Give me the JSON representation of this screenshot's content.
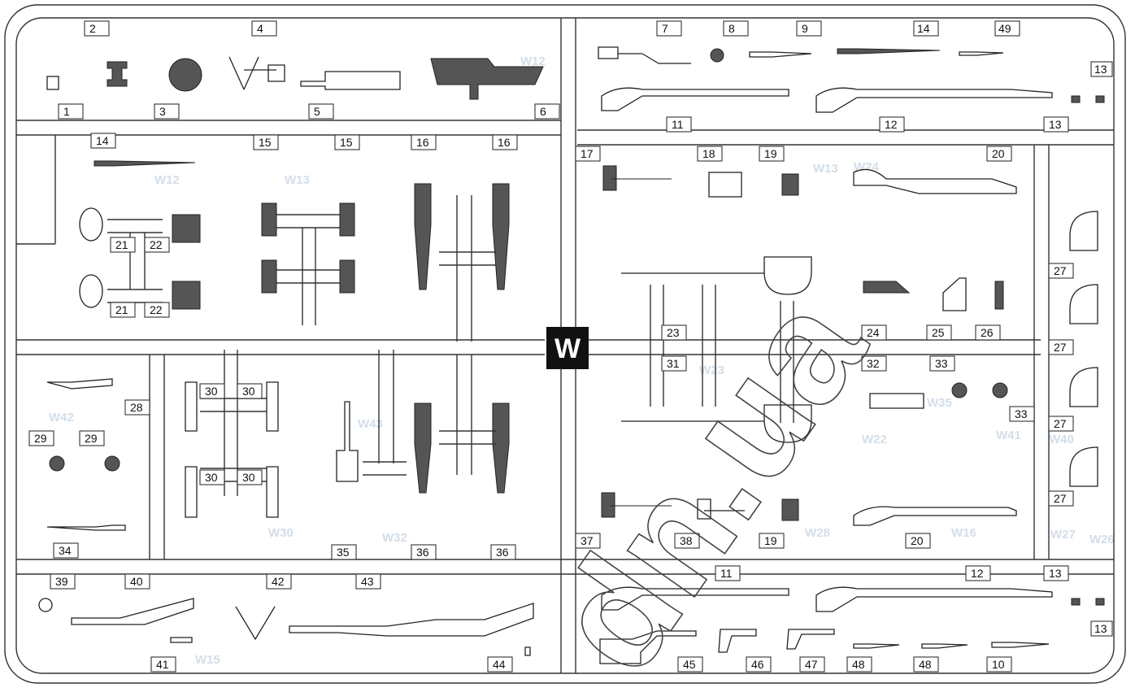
{
  "sprue_letter": "W",
  "watermark": "dn.ua",
  "ghost_marks": [
    "W12",
    "W13",
    "W12",
    "W13",
    "W28",
    "W35",
    "W41",
    "W40",
    "W42",
    "W43",
    "W30",
    "W32",
    "W15",
    "W16",
    "W23",
    "W22",
    "W26",
    "W24",
    "W27"
  ],
  "part_numbers": [
    "1",
    "2",
    "3",
    "4",
    "5",
    "6",
    "7",
    "8",
    "9",
    "14",
    "49",
    "13",
    "11",
    "12",
    "13",
    "14",
    "15",
    "15",
    "16",
    "16",
    "17",
    "18",
    "19",
    "20",
    "21",
    "22",
    "21",
    "22",
    "27",
    "23",
    "24",
    "25",
    "26",
    "31",
    "32",
    "33",
    "27",
    "33",
    "27",
    "28",
    "29",
    "29",
    "30",
    "30",
    "30",
    "30",
    "27",
    "34",
    "35",
    "36",
    "36",
    "37",
    "38",
    "19",
    "20",
    "13",
    "12",
    "11",
    "39",
    "40",
    "42",
    "43",
    "13",
    "41",
    "44",
    "45",
    "46",
    "47",
    "48",
    "48",
    "10"
  ],
  "legend": {}
}
